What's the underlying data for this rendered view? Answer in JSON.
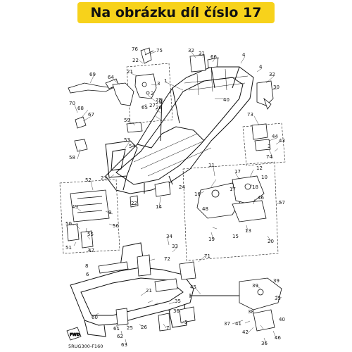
{
  "banner": {
    "text": "Na obrázku díl číslo 17"
  },
  "diagram_code": "5RUG300-F160",
  "fwd_label": "FWD",
  "callouts": [
    "76",
    "75",
    "22",
    "21",
    "32",
    "31",
    "66",
    "4",
    "4",
    "32",
    "1",
    "69",
    "64",
    "3",
    "30",
    "28",
    "26",
    "2",
    "40",
    "70",
    "68",
    "65",
    "27",
    "29",
    "67",
    "73",
    "59",
    "44",
    "43",
    "53",
    "54",
    "3",
    "58",
    "74",
    "23",
    "11",
    "12",
    "52",
    "17",
    "10",
    "16",
    "17",
    "18",
    "46",
    "24",
    "22",
    "57",
    "14",
    "48",
    "49",
    "9",
    "13",
    "56",
    "50",
    "55",
    "19",
    "15",
    "20",
    "51",
    "47",
    "8",
    "34",
    "33",
    "72",
    "71",
    "45",
    "6",
    "35",
    "36",
    "39",
    "35",
    "37",
    "41",
    "42",
    "40",
    "38",
    "61",
    "62",
    "63",
    "36",
    "60",
    "7",
    "5",
    "46",
    "25",
    "26",
    "39",
    "21"
  ]
}
